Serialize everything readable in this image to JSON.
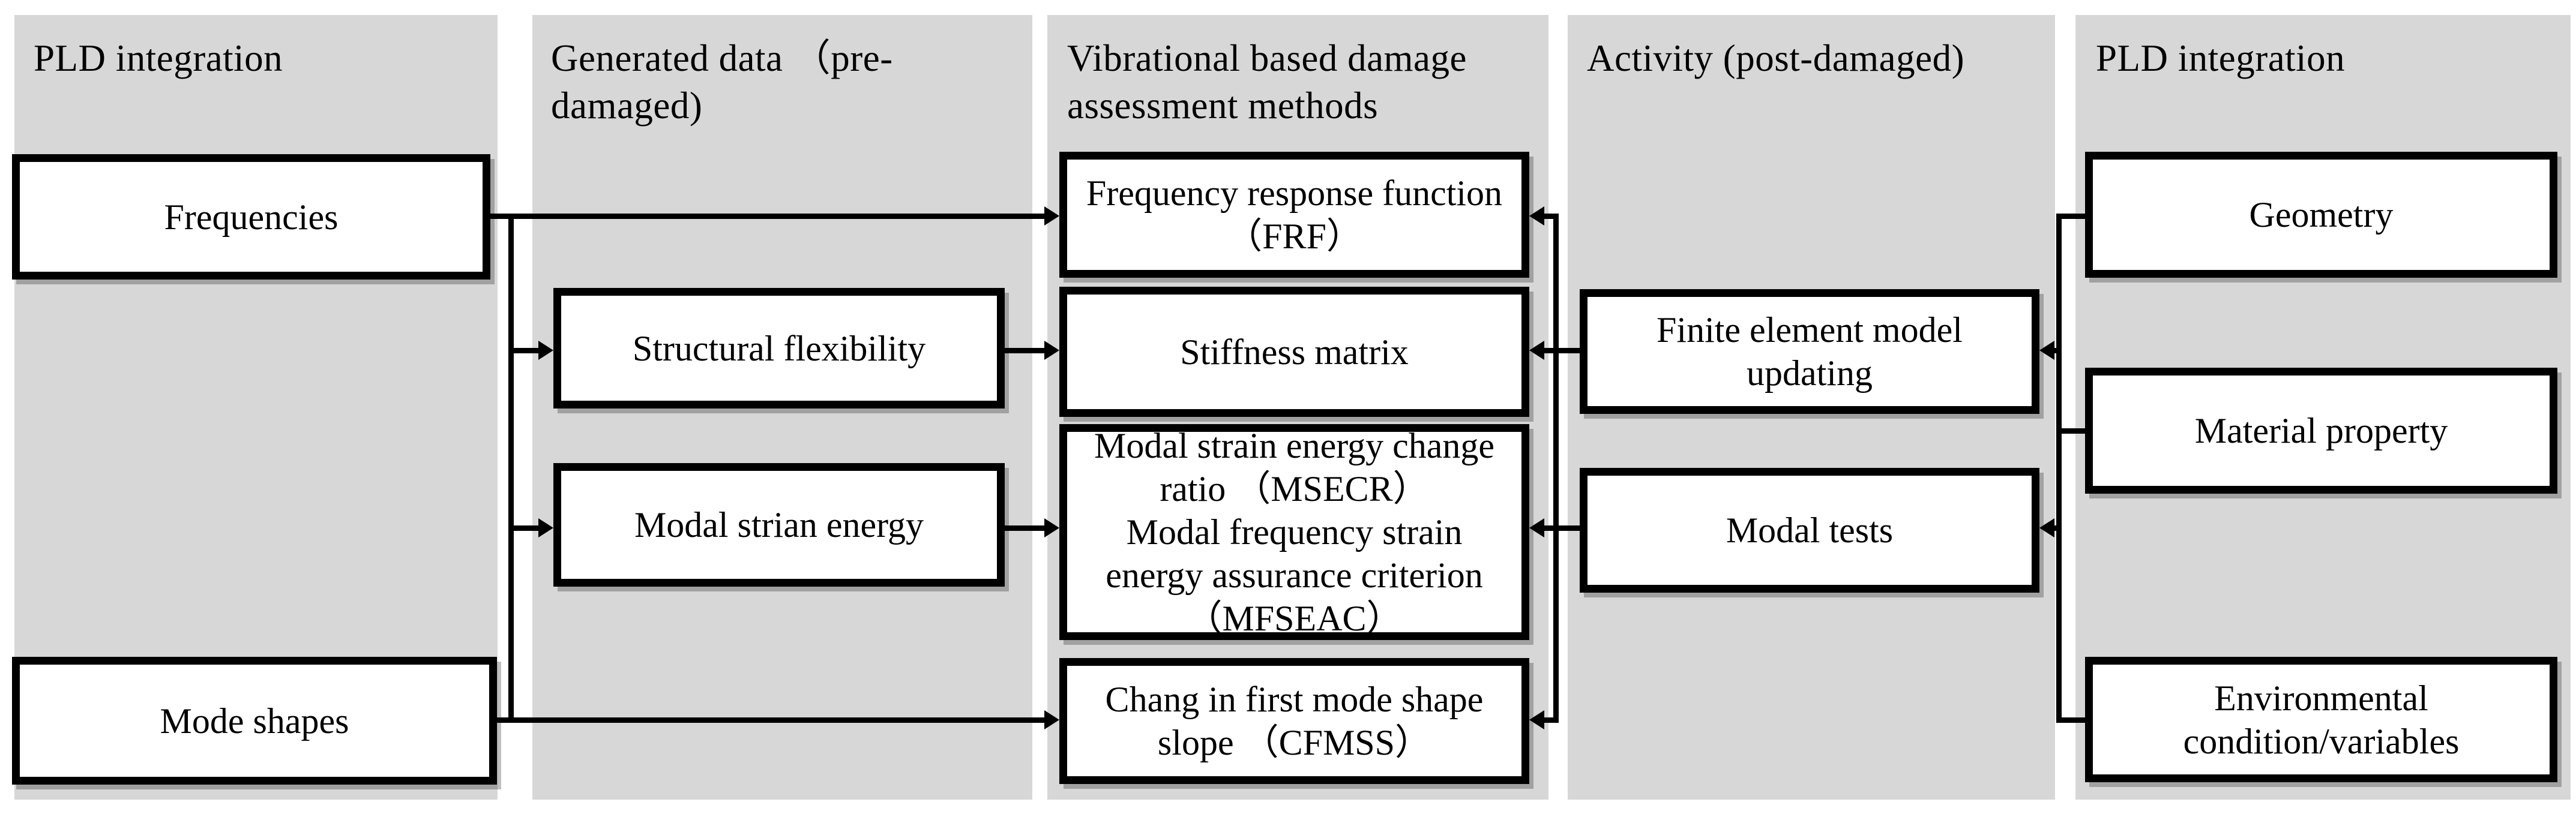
{
  "figure_type": "flow-diagram",
  "colors": {
    "panel_bg": "#d7d7d7",
    "box_bg": "#ffffff",
    "box_border": "#000000",
    "connector": "#000000",
    "text": "#000000",
    "page_bg": "#ffffff"
  },
  "panels": [
    {
      "title": "PLD integration",
      "boxes": [
        {
          "label": "Frequencies"
        },
        {
          "label": "Mode shapes"
        }
      ]
    },
    {
      "title": "Generated data （pre-damaged)",
      "boxes": [
        {
          "label": "Structural flexibility"
        },
        {
          "label": "Modal strian energy"
        }
      ]
    },
    {
      "title": "Vibrational based damage assessment methods",
      "boxes": [
        {
          "label": "Frequency response function （FRF）"
        },
        {
          "label": "Stiffness matrix"
        },
        {
          "lines": [
            "Modal strain energy change ratio （MSECR）",
            "Modal frequency strain energy assurance criterion （MFSEAC）"
          ]
        },
        {
          "label": "Chang in first mode shape slope （CFMSS）"
        }
      ]
    },
    {
      "title": "Activity (post-damaged)",
      "boxes": [
        {
          "label": "Finite element model updating"
        },
        {
          "label": "Modal tests"
        }
      ]
    },
    {
      "title": "PLD integration",
      "boxes": [
        {
          "label": "Geometry"
        },
        {
          "label": "Material property"
        },
        {
          "label": "Environmental condition/variables"
        }
      ]
    }
  ],
  "connections": [
    "Frequencies → Frequency response function （FRF）",
    "Frequencies / Mode shapes trunk → Structural flexibility",
    "Frequencies / Mode shapes trunk → Modal strian energy",
    "Mode shapes → Chang in first mode shape slope （CFMSS）",
    "Structural flexibility → Stiffness matrix",
    "Modal strian energy → Modal strain energy change ratio （MSECR）",
    "Finite element model updating / Modal tests trunk → Frequency response function （FRF）",
    "Finite element model updating / Modal tests trunk → Stiffness matrix",
    "Finite element model updating / Modal tests trunk → Modal strain energy change ratio （MSECR）",
    "Finite element model updating / Modal tests trunk → Chang in first mode shape slope （CFMSS）",
    "Geometry / Material property / Environmental condition-variables trunk → Finite element model updating",
    "Geometry / Material property / Environmental condition-variables trunk → Modal tests"
  ]
}
